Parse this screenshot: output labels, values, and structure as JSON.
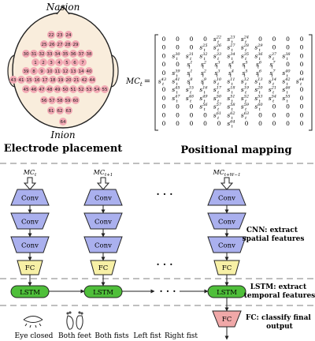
{
  "top": {
    "nasion": "Nasion",
    "inion": "Inion",
    "electrode_caption": "Electrode placement",
    "mapping_caption": "Positional mapping",
    "matrix_label": "MC",
    "matrix_label_sub": "t",
    "matrix_eq": "=",
    "electrode_ids": [
      "22",
      "23",
      "24",
      "25",
      "26",
      "27",
      "28",
      "29",
      "30",
      "31",
      "32",
      "33",
      "34",
      "35",
      "36",
      "37",
      "38",
      "1",
      "2",
      "3",
      "4",
      "5",
      "6",
      "7",
      "39",
      "8",
      "9",
      "10",
      "11",
      "12",
      "13",
      "14",
      "40",
      "43",
      "41",
      "15",
      "16",
      "17",
      "18",
      "19",
      "20",
      "21",
      "42",
      "44",
      "45",
      "46",
      "47",
      "48",
      "49",
      "50",
      "51",
      "52",
      "53",
      "54",
      "55",
      "56",
      "57",
      "58",
      "59",
      "60",
      "61",
      "62",
      "63",
      "64"
    ],
    "matrix_rows": [
      [
        "0",
        "0",
        "0",
        "0",
        "22",
        "23",
        "24",
        "0",
        "0",
        "0",
        "0"
      ],
      [
        "0",
        "0",
        "0",
        "25",
        "26",
        "27",
        "28",
        "29",
        "0",
        "0",
        "0"
      ],
      [
        "0",
        "30",
        "31",
        "32",
        "33",
        "34",
        "35",
        "36",
        "37",
        "38",
        "0"
      ],
      [
        "0",
        "0",
        "1",
        "2",
        "3",
        "4",
        "5",
        "6",
        "7",
        "0",
        "0"
      ],
      [
        "0",
        "39",
        "1",
        "2",
        "3",
        "4",
        "5",
        "6",
        "7",
        "40",
        "0"
      ],
      [
        "43",
        "41",
        "8",
        "9",
        "10",
        "11",
        "12",
        "13",
        "14",
        "42",
        "44"
      ],
      [
        "0",
        "45",
        "15",
        "16",
        "17",
        "18",
        "19",
        "20",
        "21",
        "46",
        "0"
      ],
      [
        "0",
        "47",
        "48",
        "49",
        "50",
        "51",
        "52",
        "53",
        "54",
        "55",
        "0"
      ],
      [
        "0",
        "0",
        "0",
        "56",
        "57",
        "58",
        "59",
        "60",
        "0",
        "0",
        "0"
      ],
      [
        "0",
        "0",
        "0",
        "0",
        "61",
        "62",
        "63",
        "0",
        "0",
        "0",
        "0"
      ],
      [
        "0",
        "0",
        "0",
        "0",
        "0",
        "64",
        "0",
        "0",
        "0",
        "0",
        "0"
      ]
    ],
    "matrix_sym": "s",
    "matrix_sym_sub": "t"
  },
  "network": {
    "inputs": [
      {
        "main": "MC",
        "sub": "t"
      },
      {
        "main": "MC",
        "sub": "t+1"
      },
      {
        "main": "MC",
        "sub": "t+W−1"
      }
    ],
    "ellipsis": "· · ·",
    "conv_label": "Conv",
    "fc_label": "FC",
    "lstm_label": "LSTM",
    "output_fc_label": "FC",
    "cnn_note": [
      "CNN: extract",
      "spatial features"
    ],
    "lstm_note": [
      "LSTM: extract",
      "temporal features"
    ],
    "fc_note": [
      "FC: classify final",
      "output"
    ]
  },
  "classes": [
    "Eye closed",
    "Both feet",
    "Both fists",
    "Left fist",
    "Right fist"
  ],
  "colors": {
    "conv_fill": "#aab0ee",
    "fc_fill": "#f7f0a6",
    "lstm_fill": "#4fbf3a",
    "out_fill": "#f0a8a8",
    "head_fill": "#f9eddc",
    "electrode_fill": "#f2a9b4"
  }
}
